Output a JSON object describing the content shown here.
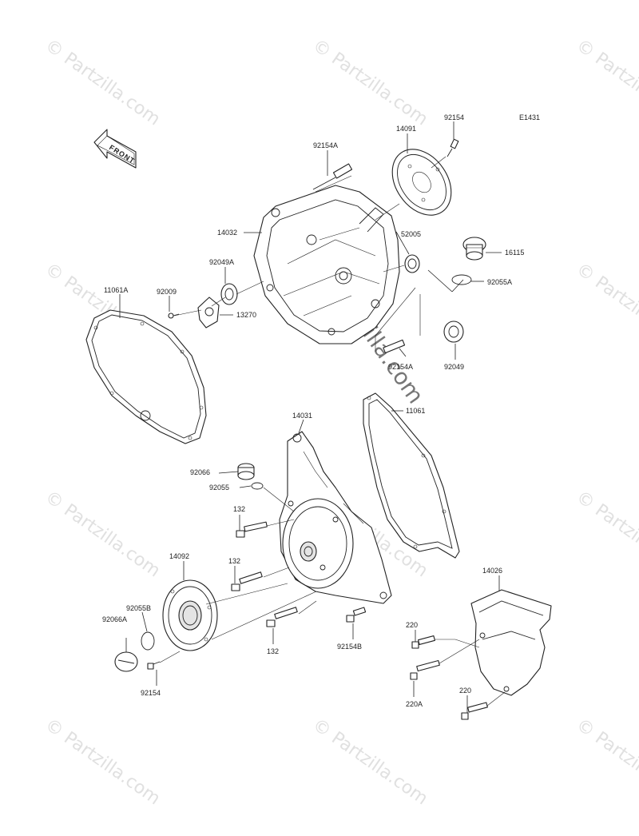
{
  "diagram_code": "E1431",
  "front_label": "FRONT",
  "watermark": "© Partzilla.com",
  "labels": {
    "p14091": "14091",
    "p92154_top": "92154",
    "p92154A_top": "92154A",
    "p14032": "14032",
    "p52005": "52005",
    "p16115": "16115",
    "p92055A": "92055A",
    "p92049A": "92049A",
    "p92009": "92009",
    "p11061A": "11061A",
    "p13270": "13270",
    "p92154A_bot": "92154A",
    "p92049": "92049",
    "p14031": "14031",
    "p11061": "11061",
    "p92066": "92066",
    "p92055": "92055",
    "p132_a": "132",
    "p132_b": "132",
    "p132_c": "132",
    "p14092": "14092",
    "p92055B": "92055B",
    "p92066A": "92066A",
    "p92154_bot": "92154",
    "p92154B": "92154B",
    "p14026": "14026",
    "p220_a": "220",
    "p220A": "220A",
    "p220_b": "220"
  }
}
